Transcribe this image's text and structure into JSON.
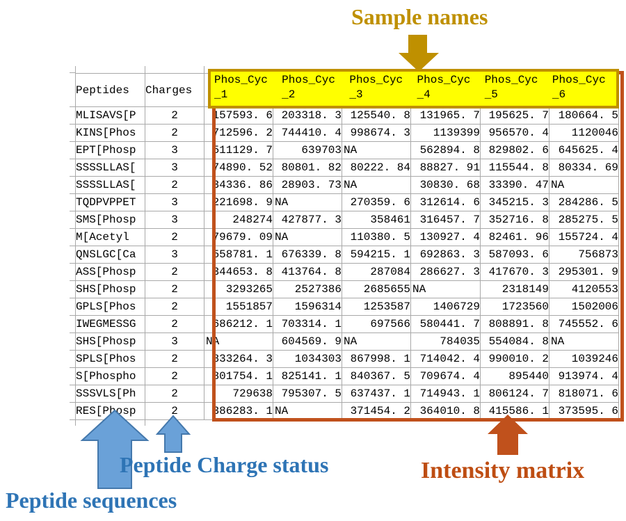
{
  "annotations": {
    "sample_names": "Sample names",
    "peptide_charge_status": "Peptide Charge status",
    "peptide_sequences": "Peptide sequences",
    "intensity_matrix": "Intensity matrix"
  },
  "colors": {
    "gold": "#BF9000",
    "yellow": "#FFFF00",
    "blue_hd": "#A6C6E7",
    "grid": "#A9A9A9",
    "matrix": "#C0511C",
    "blue_text": "#2E74B5",
    "orange_text": "#BE4D12",
    "arrow_blue": "#6AA1D8",
    "arrow_blue_stroke": "#4478AC"
  },
  "table": {
    "peptides_header": "Peptides",
    "charges_header": "Charges",
    "sample_names": [
      "Phos_Cyc_1",
      "Phos_Cyc_2",
      "Phos_Cyc_3",
      "Phos_Cyc_4",
      "Phos_Cyc_5",
      "Phos_Cyc_6"
    ],
    "na_label": "NA",
    "rows": [
      {
        "peptide": "MLISAVS[P",
        "charge": "2",
        "values": [
          "157593.6",
          "203318.3",
          "125540.8",
          "131965.7",
          "195625.7",
          "180664.5"
        ]
      },
      {
        "peptide": "KINS[Phos",
        "charge": "2",
        "values": [
          "712596.2",
          "744410.4",
          "998674.3",
          "1139399",
          "956570.4",
          "1120046"
        ]
      },
      {
        "peptide": "EPT[Phosp",
        "charge": "3",
        "values": [
          "511129.7",
          "639703",
          "NA",
          "562894.8",
          "829802.6",
          "645625.4"
        ]
      },
      {
        "peptide": "SSSSLLAS[",
        "charge": "3",
        "values": [
          "74890.52",
          "80801.82",
          "80222.84",
          "88827.91",
          "115544.8",
          "80334.69"
        ]
      },
      {
        "peptide": "SSSSLLAS[",
        "charge": "2",
        "values": [
          "34336.86",
          "28903.73",
          "NA",
          "30830.68",
          "33390.47",
          "NA"
        ]
      },
      {
        "peptide": "TQDPVPPET",
        "charge": "3",
        "values": [
          "221698.9",
          "NA",
          "270359.6",
          "312614.6",
          "345215.3",
          "284286.5"
        ]
      },
      {
        "peptide": "SMS[Phosp",
        "charge": "3",
        "values": [
          "248274",
          "427877.3",
          "358461",
          "316457.7",
          "352716.8",
          "285275.5"
        ]
      },
      {
        "peptide": "M[Acetyl",
        "charge": "2",
        "values": [
          "79679.09",
          "NA",
          "110380.5",
          "130927.4",
          "82461.96",
          "155724.4"
        ]
      },
      {
        "peptide": "QNSLGC[Ca",
        "charge": "3",
        "values": [
          "558781.1",
          "676339.8",
          "594215.1",
          "692863.3",
          "587093.6",
          "756873"
        ]
      },
      {
        "peptide": "ASS[Phosp",
        "charge": "2",
        "values": [
          "344653.8",
          "413764.8",
          "287084",
          "286627.3",
          "417670.3",
          "295301.9"
        ]
      },
      {
        "peptide": "SHS[Phosp",
        "charge": "2",
        "values": [
          "3293265",
          "2527386",
          "2685655",
          "NA",
          "2318149",
          "4120553"
        ]
      },
      {
        "peptide": "GPLS[Phos",
        "charge": "2",
        "values": [
          "1551857",
          "1596314",
          "1253587",
          "1406729",
          "1723560",
          "1502006"
        ]
      },
      {
        "peptide": "IWEGMESSG",
        "charge": "2",
        "values": [
          "686212.1",
          "703314.1",
          "697566",
          "580441.7",
          "808891.8",
          "745552.6"
        ]
      },
      {
        "peptide": "SHS[Phosp",
        "charge": "3",
        "values": [
          "NA",
          "604569.9",
          "NA",
          "784035",
          "554084.8",
          "NA"
        ]
      },
      {
        "peptide": "SPLS[Phos",
        "charge": "2",
        "values": [
          "833264.3",
          "1034303",
          "867998.1",
          "714042.4",
          "990010.2",
          "1039246"
        ]
      },
      {
        "peptide": "S[Phospho",
        "charge": "2",
        "values": [
          "801754.1",
          "825141.1",
          "840367.5",
          "709674.4",
          "895440",
          "913974.4"
        ]
      },
      {
        "peptide": "SSSVLS[Ph",
        "charge": "2",
        "values": [
          "729638",
          "795307.5",
          "637437.1",
          "714943.1",
          "806124.7",
          "818071.6"
        ]
      },
      {
        "peptide": "RES[Phosp",
        "charge": "2",
        "values": [
          "386283.1",
          "NA",
          "371454.2",
          "364010.8",
          "415586.1",
          "373595.6"
        ]
      }
    ]
  }
}
